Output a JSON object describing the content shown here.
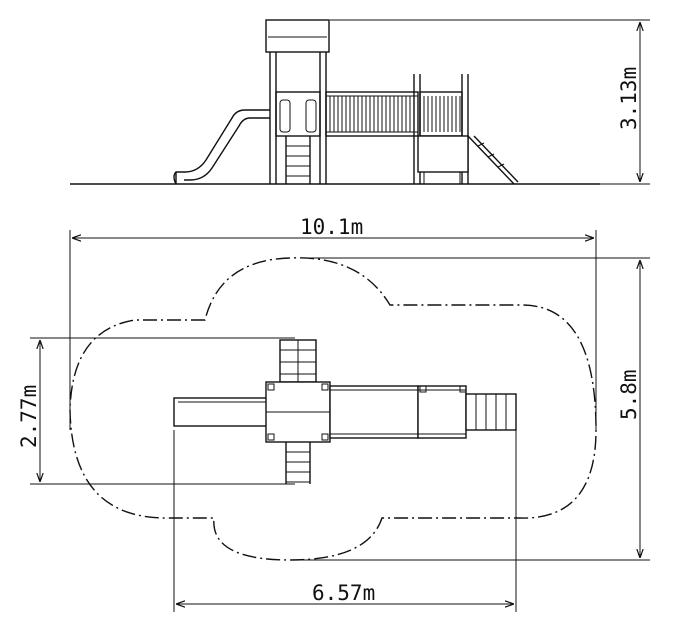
{
  "dimensions": {
    "height": "3.13m",
    "total_length": "10.1m",
    "safety_width": "5.8m",
    "structure_width": "2.77m",
    "structure_length": "6.57m"
  }
}
